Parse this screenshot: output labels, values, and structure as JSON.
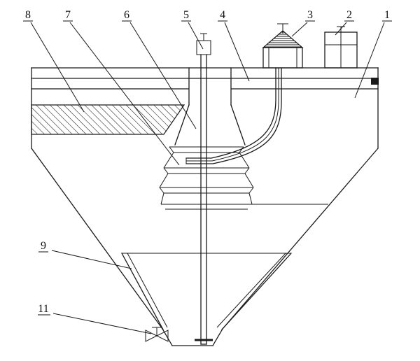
{
  "figure": {
    "kind": "technical-sectional-drawing",
    "description": "Sectional engineering line drawing of a deep-cone settling/thickening tank with central shaft, feedwell, deflector cones, drive unit and bottom discharge valve",
    "colors": {
      "ink": "#1a1a1a",
      "background": "#ffffff"
    }
  },
  "callouts": [
    {
      "label": "8"
    },
    {
      "label": "7"
    },
    {
      "label": "6"
    },
    {
      "label": "5"
    },
    {
      "label": "4"
    },
    {
      "label": "3"
    },
    {
      "label": "2"
    },
    {
      "label": "1"
    },
    {
      "label": "9"
    },
    {
      "label": "11"
    }
  ]
}
